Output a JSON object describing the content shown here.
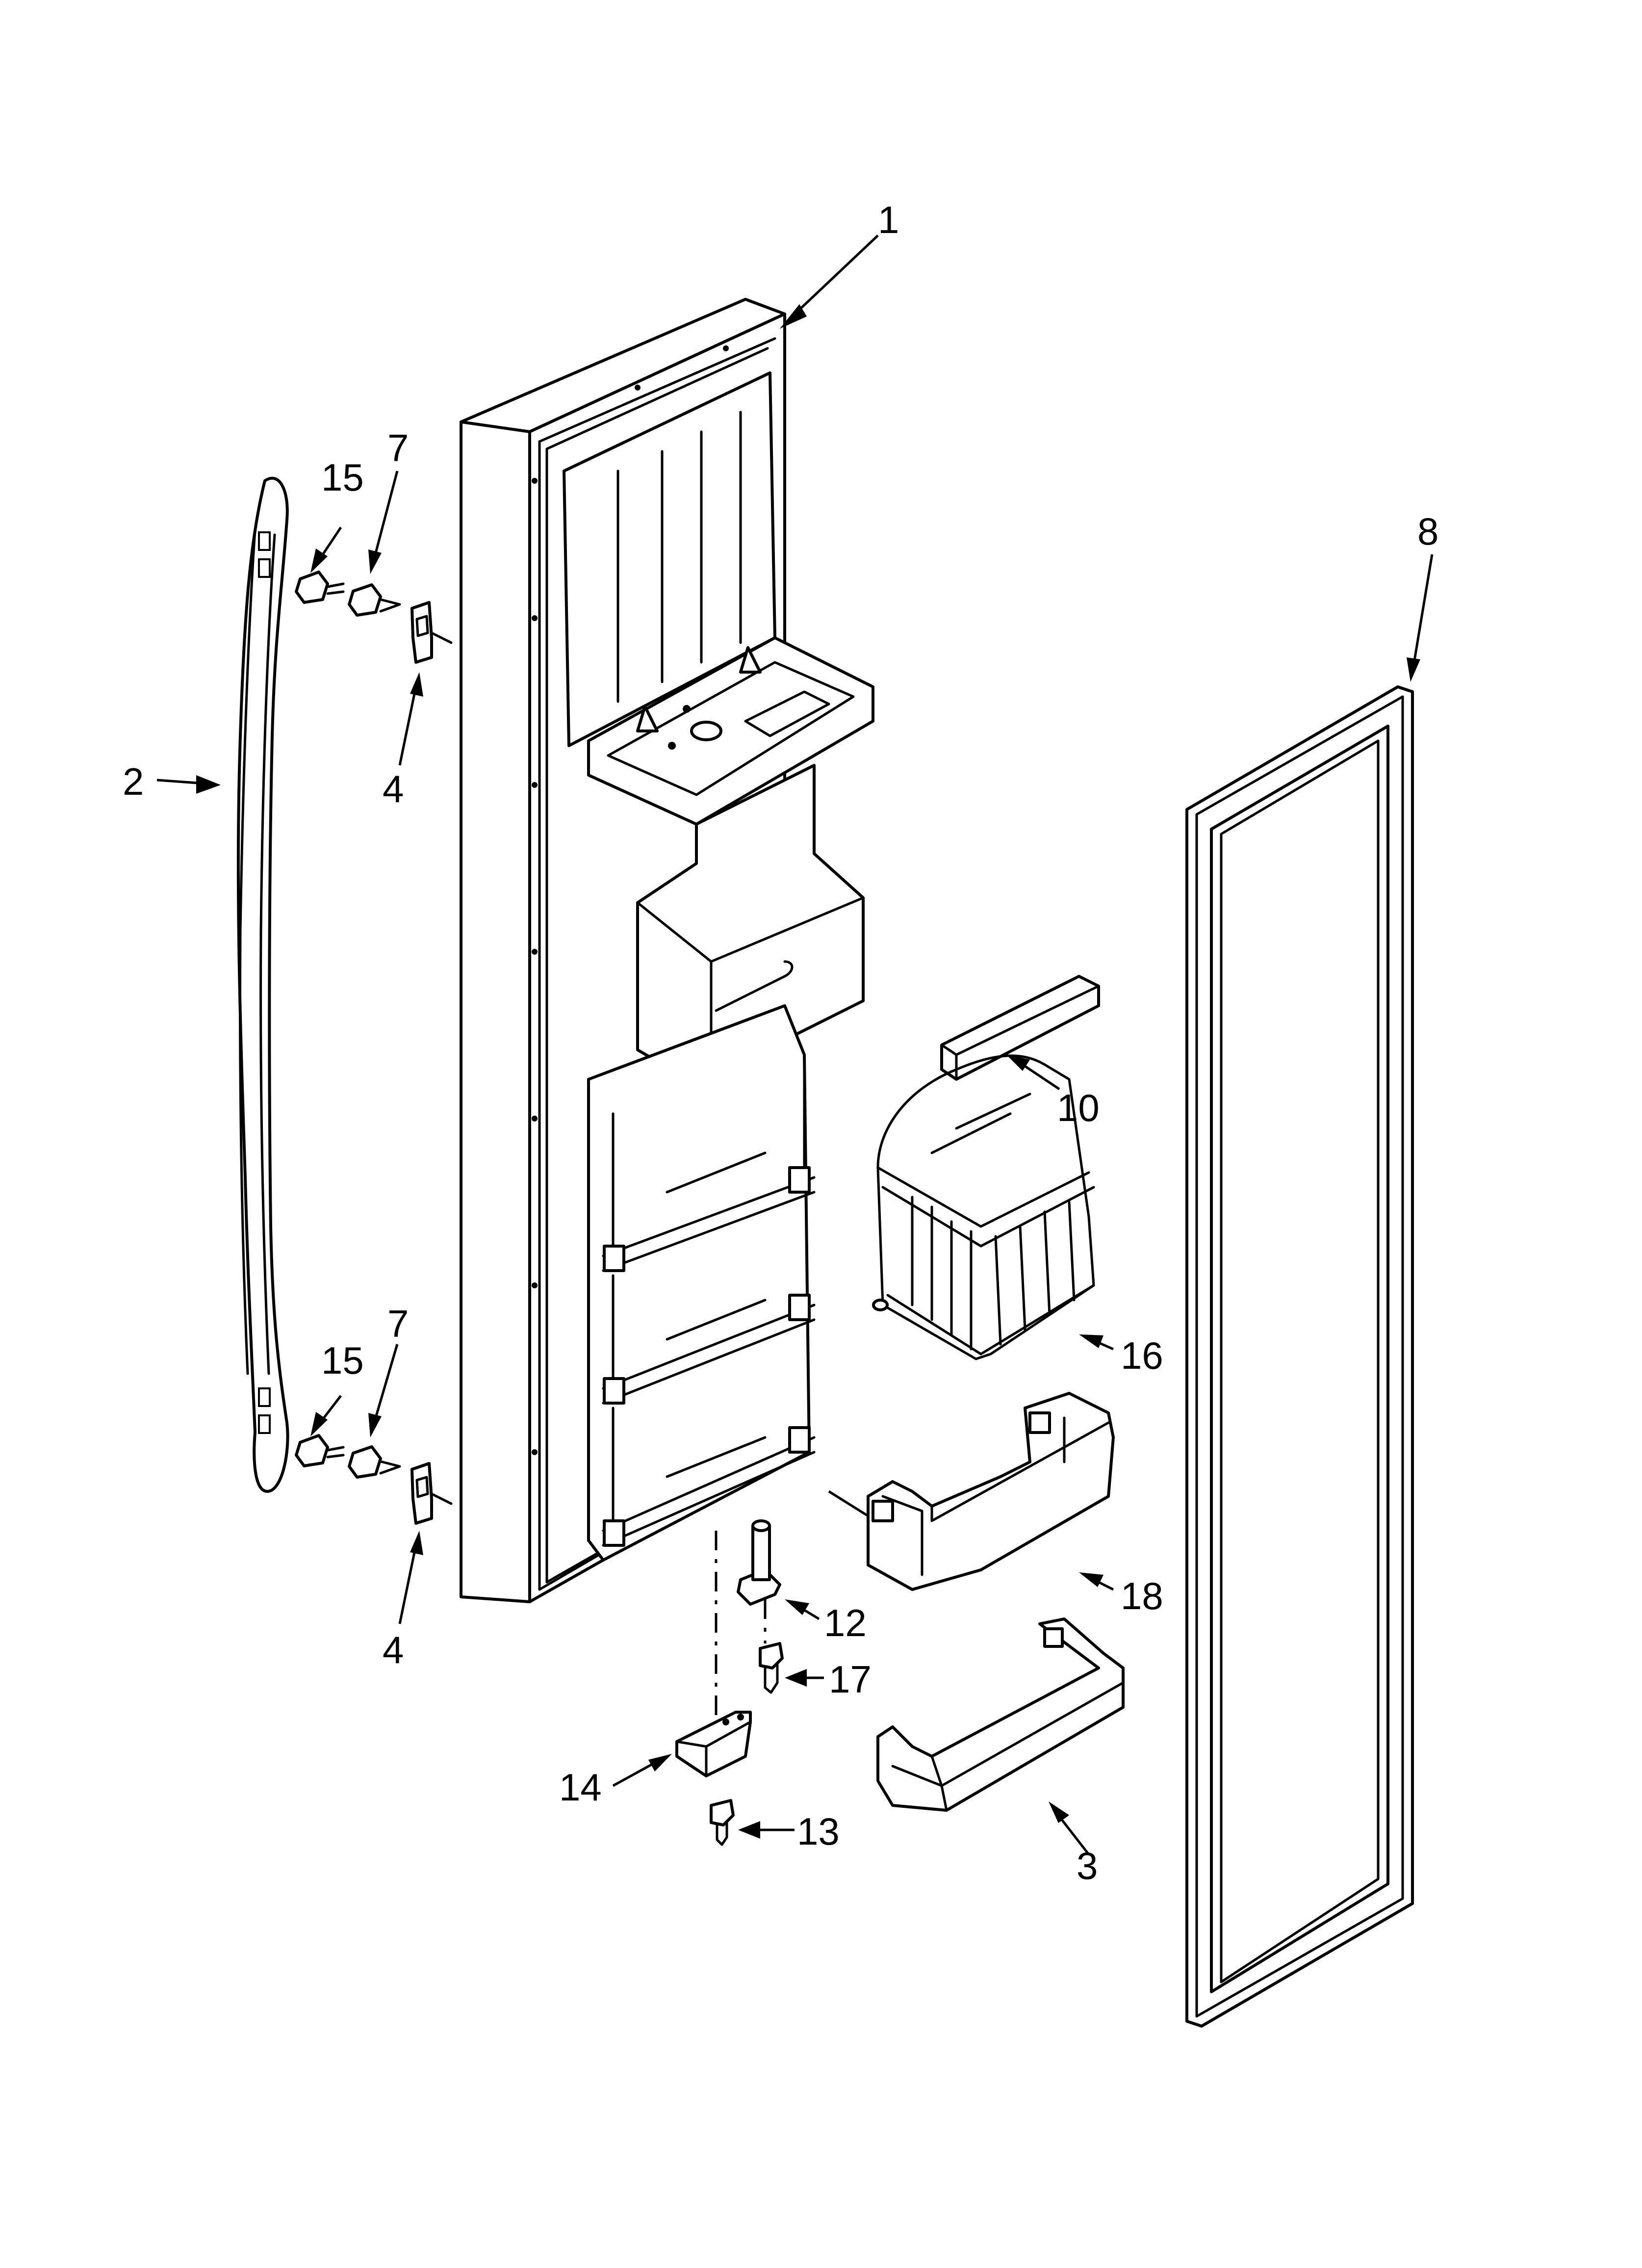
{
  "callouts": [
    {
      "id": "c1",
      "label": "1"
    },
    {
      "id": "c2",
      "label": "2"
    },
    {
      "id": "c3",
      "label": "3"
    },
    {
      "id": "c4a",
      "label": "4"
    },
    {
      "id": "c4b",
      "label": "4"
    },
    {
      "id": "c7a",
      "label": "7"
    },
    {
      "id": "c7b",
      "label": "7"
    },
    {
      "id": "c8",
      "label": "8"
    },
    {
      "id": "c10",
      "label": "10"
    },
    {
      "id": "c12",
      "label": "12"
    },
    {
      "id": "c13",
      "label": "13"
    },
    {
      "id": "c14",
      "label": "14"
    },
    {
      "id": "c15a",
      "label": "15"
    },
    {
      "id": "c15b",
      "label": "15"
    },
    {
      "id": "c16",
      "label": "16"
    },
    {
      "id": "c17",
      "label": "17"
    },
    {
      "id": "c18",
      "label": "18"
    }
  ]
}
